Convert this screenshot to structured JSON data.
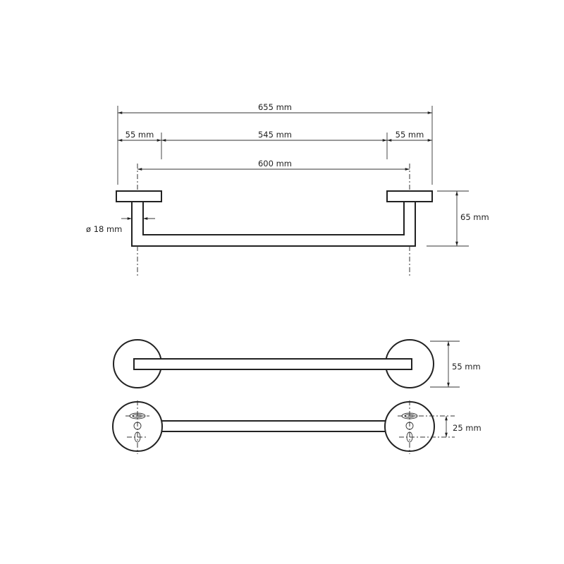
{
  "dimensions": {
    "overall_width": "655 mm",
    "flange_left": "55 mm",
    "inner_span": "545 mm",
    "flange_right": "55 mm",
    "center_distance": "600 mm",
    "projection_depth": "65 mm",
    "tube_diameter": "ø 18 mm",
    "flange_diameter": "55 mm",
    "screw_hole_spacing": "25 mm"
  },
  "colors": {
    "line": "#222222",
    "background": "#ffffff"
  }
}
